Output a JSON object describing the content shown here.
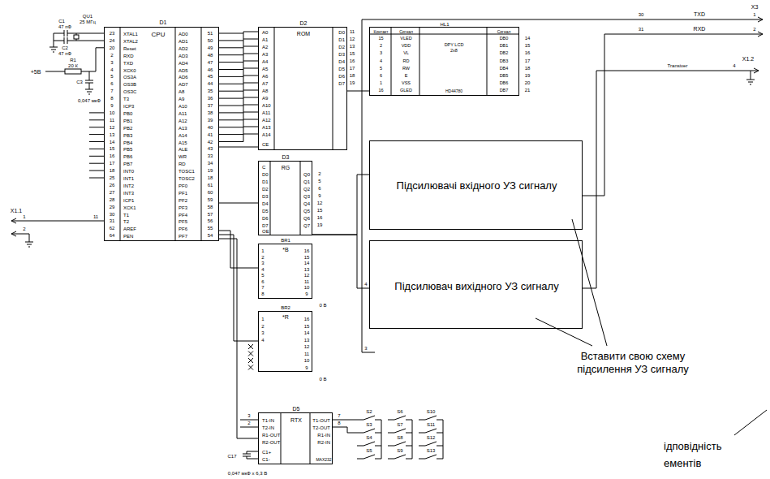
{
  "diagram": {
    "nodes": [
      {
        "text": [
          "D1",
          "CPU",
          "XTAL1",
          "XTAL2",
          "Reset",
          "RXD",
          "TXD",
          "XCK0",
          "OS3A",
          "OS3B",
          "OS3C",
          "T3",
          "ICP3",
          "PB0",
          "PB1",
          "PB2",
          "PB3",
          "PB4",
          "PB5",
          "PB6",
          "PB7",
          "INT0",
          "INT1",
          "INT2",
          "INT3",
          "ICP1",
          "XCK1",
          "T1",
          "T2",
          "AREF",
          "PEN",
          "AD0",
          "AD1",
          "AD2",
          "AD3",
          "AD4",
          "AD5",
          "AD6",
          "AD7",
          "A8",
          "A9",
          "A10",
          "A11",
          "A12",
          "A13",
          "A14",
          "A15",
          "ALE",
          "WR",
          "RD",
          "TOSC1",
          "TOSC2",
          "PF0",
          "PF1",
          "PF2",
          "PF3",
          "PF4",
          "PF5",
          "PF6",
          "PF7"
        ]
      },
      {
        "text": [
          "D2",
          "ROM",
          "A0",
          "A1",
          "A2",
          "A3",
          "A4",
          "A5",
          "A6",
          "A7",
          "A8",
          "A9",
          "A10",
          "A11",
          "A12",
          "A13",
          "A14",
          "CE",
          "D0",
          "D1",
          "D2",
          "D3",
          "D4",
          "D5",
          "D6",
          "D7"
        ]
      },
      {
        "text": [
          "D3",
          "RG",
          "C",
          "D0",
          "D1",
          "D2",
          "D3",
          "D4",
          "D5",
          "D6",
          "D7",
          "OE",
          "Q0",
          "Q1",
          "Q2",
          "Q3",
          "Q4",
          "Q5",
          "Q6",
          "Q7"
        ]
      },
      {
        "text": [
          "HL1",
          "Контакт",
          "Сигнал",
          "DPY LCD 2x8",
          "Сигнал",
          "15",
          "VLED",
          "2",
          "VDD",
          "3",
          "VL",
          "4",
          "RD",
          "5",
          "RW",
          "6",
          "E",
          "1",
          "VSS",
          "16",
          "GLED",
          "DB0",
          "DB1",
          "DB2",
          "DB3",
          "DB4",
          "DB5",
          "DB6",
          "DB7",
          "HD44780"
        ]
      },
      {
        "text": [
          "Підсилювачі вхідного УЗ сигналу"
        ]
      },
      {
        "text": [
          "Підсилювач вихідного УЗ сигналу"
        ]
      },
      {
        "text": [
          "BR1",
          "*B"
        ]
      },
      {
        "text": [
          "BR2",
          "*R"
        ]
      },
      {
        "text": [
          "D5",
          "RTX",
          "T1-IN",
          "T2-IN",
          "R1-OUT",
          "R2-OUT",
          "C1+",
          "C1-",
          "T1-OUT",
          "T2-OUT",
          "R1-IN",
          "R2-IN",
          "MAX232"
        ]
      }
    ],
    "edges": [
      {
        "from": 0,
        "to": 1,
        "arrow": "none"
      },
      {
        "from": 0,
        "to": 2,
        "arrow": "none"
      },
      {
        "from": 1,
        "to": 3,
        "arrow": "none"
      },
      {
        "from": 2,
        "to": 4,
        "arrow": "none"
      },
      {
        "from": 2,
        "to": 5,
        "arrow": "none"
      },
      {
        "from": 0,
        "to": 6,
        "arrow": "none"
      },
      {
        "from": 0,
        "to": 7,
        "arrow": "none"
      },
      {
        "from": 0,
        "to": 8,
        "arrow": "none"
      }
    ],
    "labels": [
      "C1",
      "47 пФ",
      "C2",
      "47 пФ",
      "QU1",
      "25 МГц",
      "R1",
      "20 К",
      "+5В",
      "C3",
      "0,047 мкФ",
      "X1.1",
      "1",
      "11",
      "2",
      "X3",
      "30",
      "TXD",
      "1",
      "31",
      "RXD",
      "2",
      "X1.2",
      "Transiver",
      "4",
      "4",
      "3",
      "0 В",
      "0 В",
      "3",
      "2",
      "7",
      "8",
      "C17",
      "0,047 мкФ х 6,3 В",
      "S2",
      "S3",
      "S4",
      "S5",
      "S6",
      "S7",
      "S8",
      "S9",
      "S10",
      "S11",
      "S12",
      "S13",
      "Вставити свою схему підсилення УЗ сигналу",
      "ідповідність",
      "ементів",
      "23",
      "24",
      "20",
      "2",
      "3",
      "4",
      "5",
      "6",
      "7",
      "8",
      "9",
      "10",
      "11",
      "12",
      "13",
      "14",
      "15",
      "16",
      "17",
      "18",
      "25",
      "26",
      "27",
      "28",
      "29",
      "30",
      "31",
      "62",
      "64",
      "51",
      "50",
      "49",
      "48",
      "47",
      "46",
      "45",
      "44",
      "35",
      "36",
      "37",
      "38",
      "39",
      "40",
      "41",
      "42",
      "43",
      "33",
      "34",
      "19",
      "18",
      "61",
      "60",
      "59",
      "58",
      "57",
      "56",
      "55",
      "54",
      "11",
      "12",
      "13",
      "15",
      "16",
      "17",
      "18",
      "19",
      "2",
      "5",
      "6",
      "9",
      "12",
      "15",
      "16",
      "19",
      "14",
      "15",
      "16",
      "17",
      "18",
      "19",
      "20",
      "21",
      "1",
      "2",
      "3",
      "4",
      "5",
      "6",
      "7",
      "8",
      "16",
      "15",
      "14",
      "13",
      "12",
      "11",
      "10",
      "9",
      "1",
      "2",
      "3",
      "4",
      "16",
      "15",
      "14",
      "13",
      "12",
      "11",
      "10",
      "9"
    ]
  }
}
